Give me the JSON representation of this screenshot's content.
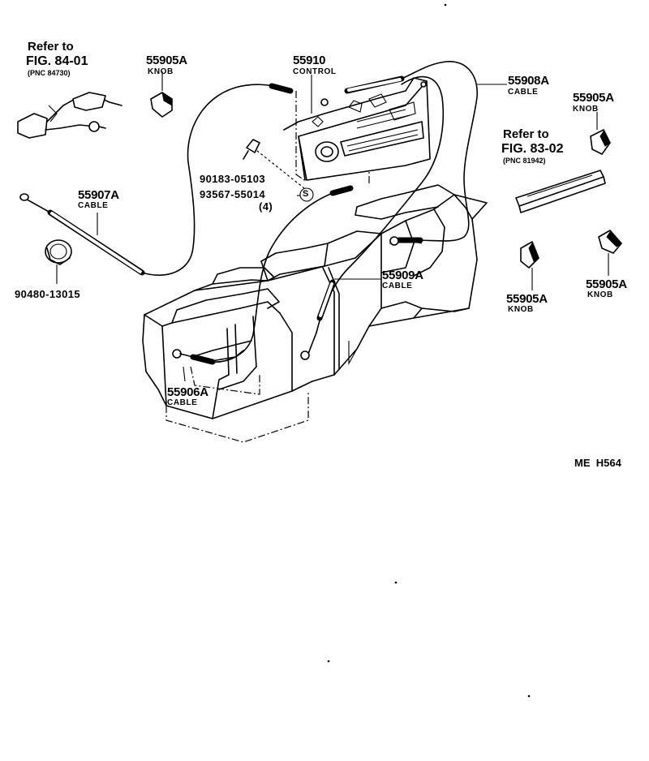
{
  "parts": {
    "ref_84": {
      "refer": "Refer to",
      "fig": "FIG. 84-01",
      "pnc": "(PNC 84730)"
    },
    "ref_83": {
      "refer": "Refer to",
      "fig": "FIG. 83-02",
      "pnc": "(PNC 81942)"
    },
    "knob_a": {
      "number": "55905A",
      "name": "KNOB"
    },
    "knob_b": {
      "number": "55905A",
      "name": "KNOB"
    },
    "knob_c": {
      "number": "55905A",
      "name": "KNOB"
    },
    "knob_d": {
      "number": "55905A",
      "name": "KNOB"
    },
    "control": {
      "number": "55910",
      "name": "CONTROL"
    },
    "cable_908": {
      "number": "55908A",
      "name": "CABLE"
    },
    "cable_907": {
      "number": "55907A",
      "name": "CABLE"
    },
    "cable_909": {
      "number": "55909A",
      "name": "CABLE"
    },
    "cable_906": {
      "number": "55906A",
      "name": "CABLE"
    },
    "screw": {
      "number": "90183-05103"
    },
    "clip": {
      "number": "93567-55014",
      "qty": "(4)",
      "symbol": "S"
    },
    "grommet": {
      "number": "90480-13015"
    }
  },
  "drawing_code": "ME  H564"
}
